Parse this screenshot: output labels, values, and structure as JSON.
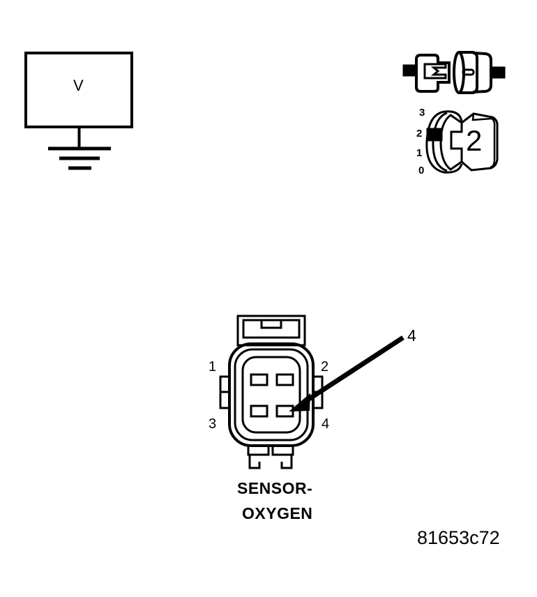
{
  "figure": {
    "title_text": "",
    "reference_code": "81653c72",
    "background_color": "#ffffff",
    "line_color": "#000000"
  },
  "voltmeter": {
    "symbol_label": "V",
    "name": "voltmeter",
    "ground_symbol": "earth-ground"
  },
  "connector_plug": {
    "name": "sensor-connector-plug",
    "description": "two-piece cylindrical connector"
  },
  "scale_gauge": {
    "indicator_value": "2",
    "ticks": [
      "3",
      "2",
      "1",
      "0"
    ],
    "marker_position": "2"
  },
  "oxygen_sensor": {
    "name_line_1": "SENSOR-",
    "name_line_2": "OXYGEN",
    "pin_labels": {
      "top_left": "1",
      "top_right": "2",
      "bottom_left": "3",
      "bottom_right": "4"
    },
    "callout": {
      "label": "4",
      "points_to": "pin-4-cavity"
    },
    "cavity_count": 4
  }
}
